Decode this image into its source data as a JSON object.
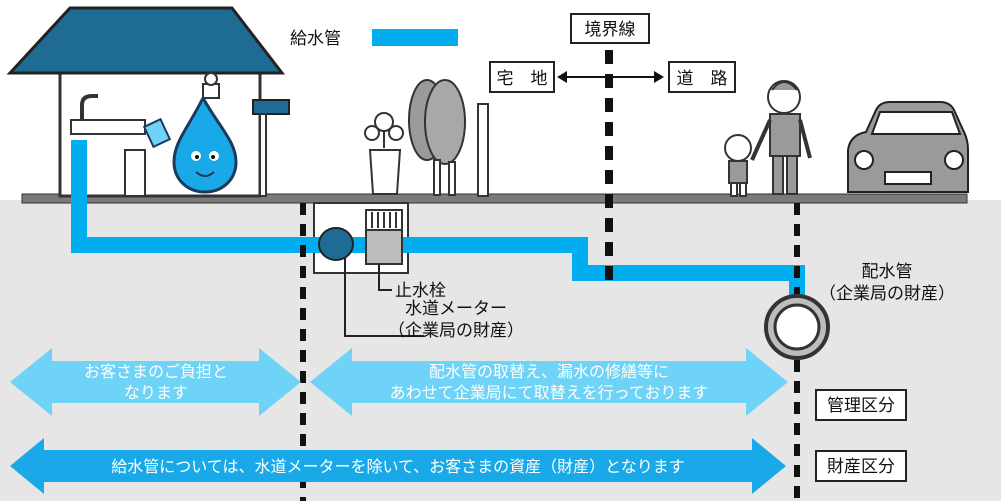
{
  "legend": {
    "supply_pipe_label": "給水管"
  },
  "boundary": {
    "label": "境界線",
    "private_land": "宅　地",
    "road": "道　路"
  },
  "labels": {
    "stop_valve": "止水栓",
    "meter_line1": "水道メーター",
    "meter_line2": "（企業局の財産）",
    "main_line1": "配水管",
    "main_line2": "（企業局の財産）"
  },
  "arrows": {
    "customer_line1": "お客さまのご負担と",
    "customer_line2": "なります",
    "bureau_line1": "配水管の取替え、漏水の修繕等に",
    "bureau_line2": "あわせて企業局にて取替えを行っております",
    "asset": "給水管については、水道メーターを除いて、お客さまの資産（財産）となります"
  },
  "categories": {
    "management": "管理区分",
    "property": "財産区分"
  },
  "colors": {
    "pipe": "#00aeef",
    "ground": "#e6e6e6",
    "arrow_light": "#6ed3f6",
    "arrow_dark": "#1aa9e8",
    "roof": "#1e6b94"
  }
}
